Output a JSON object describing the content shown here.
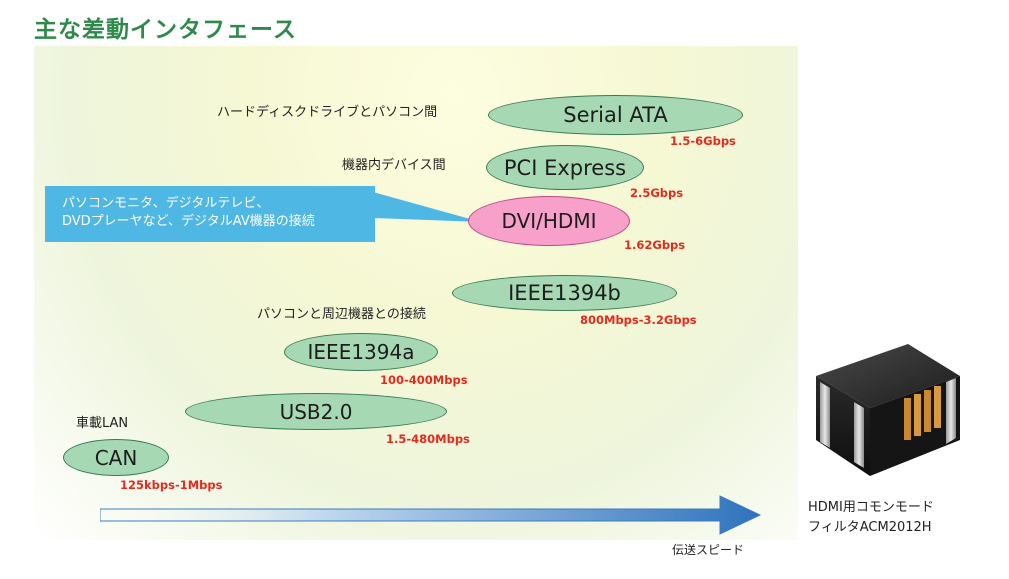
{
  "title": "主な差動インタフェース",
  "callout": {
    "line1": "パソコンモニタ、デジタルテレビ、",
    "line2": "DVDプレーヤなど、デジタルAV機器の接続"
  },
  "interfaces": [
    {
      "name": "Serial ATA",
      "speed": "1.5-6Gbps",
      "context": "ハードディスクドライブとパソコン間"
    },
    {
      "name": "PCI Express",
      "speed": "2.5Gbps",
      "context": "機器内デバイス間"
    },
    {
      "name": "DVI/HDMI",
      "speed": "1.62Gbps"
    },
    {
      "name": "IEEE1394b",
      "speed": "800Mbps-3.2Gbps",
      "context": "パソコンと周辺機器との接続"
    },
    {
      "name": "IEEE1394a",
      "speed": "100-400Mbps"
    },
    {
      "name": "USB2.0",
      "speed": "1.5-480Mbps"
    },
    {
      "name": "CAN",
      "speed": "125kbps-1Mbps",
      "context": "車載LAN"
    }
  ],
  "arrow_label": "伝送スピード",
  "product": {
    "caption_line1": "HDMI用コモンモード",
    "caption_line2": "フィルタACM2012H"
  },
  "colors": {
    "oval_fill": "#a7d8b4",
    "oval_highlight": "#f7a0c9",
    "speed_text": "#e52a1e",
    "callout_fill": "#4fb7e3",
    "arrow": "#3a7cc0",
    "title": "#2f8a4a"
  }
}
